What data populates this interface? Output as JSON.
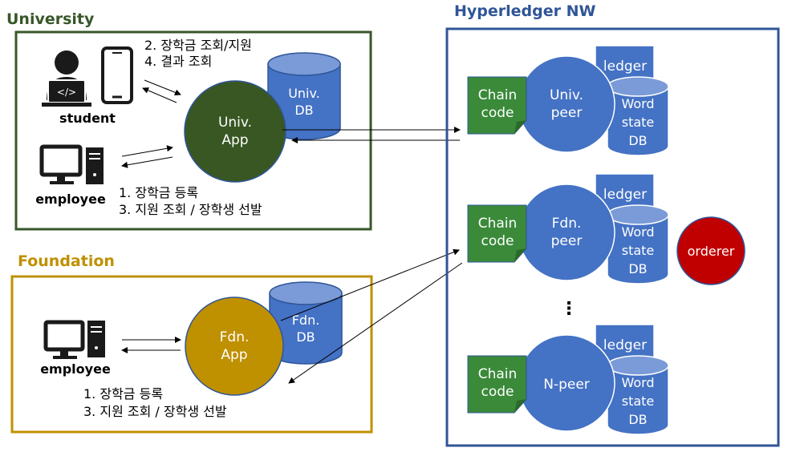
{
  "colors": {
    "univ_green": "#38572A",
    "univ_app": "#385723",
    "found_gold": "#BF9000",
    "found_app": "#BF9000",
    "hl_blue": "#2F5597",
    "node_blue": "#4472C4",
    "chain_green": "#3A8A3A",
    "orderer_red": "#C00000",
    "dark_icon": "#1A1A1A",
    "white": "#FFFFFF"
  },
  "university": {
    "title": "University",
    "student_label": "student",
    "employee_label": "employee",
    "student_steps": [
      "2. 장학금 조회/지원",
      "4. 결과 조회"
    ],
    "employee_steps": [
      "1. 장학금 등록",
      "3. 지원 조회 / 장학생 선발"
    ],
    "app_label": [
      "Univ.",
      "App"
    ],
    "db_label": [
      "Univ.",
      "DB"
    ]
  },
  "foundation": {
    "title": "Foundation",
    "employee_label": "employee",
    "employee_steps": [
      "1. 장학금 등록",
      "3. 지원 조회 / 장학생 선발"
    ],
    "app_label": [
      "Fdn.",
      "App"
    ],
    "db_label": [
      "Fdn.",
      "DB"
    ]
  },
  "network": {
    "title": "Hyperledger NW",
    "chaincode_label": [
      "Chain",
      "code"
    ],
    "ledger_label": "ledger",
    "state_db_label": [
      "Word",
      "state",
      "DB"
    ],
    "peers": [
      {
        "label": [
          "Univ.",
          "peer"
        ]
      },
      {
        "label": [
          "Fdn.",
          "peer"
        ]
      },
      {
        "label": [
          "N-peer"
        ]
      }
    ],
    "ellipsis": "⋮",
    "orderer_label": "orderer"
  }
}
